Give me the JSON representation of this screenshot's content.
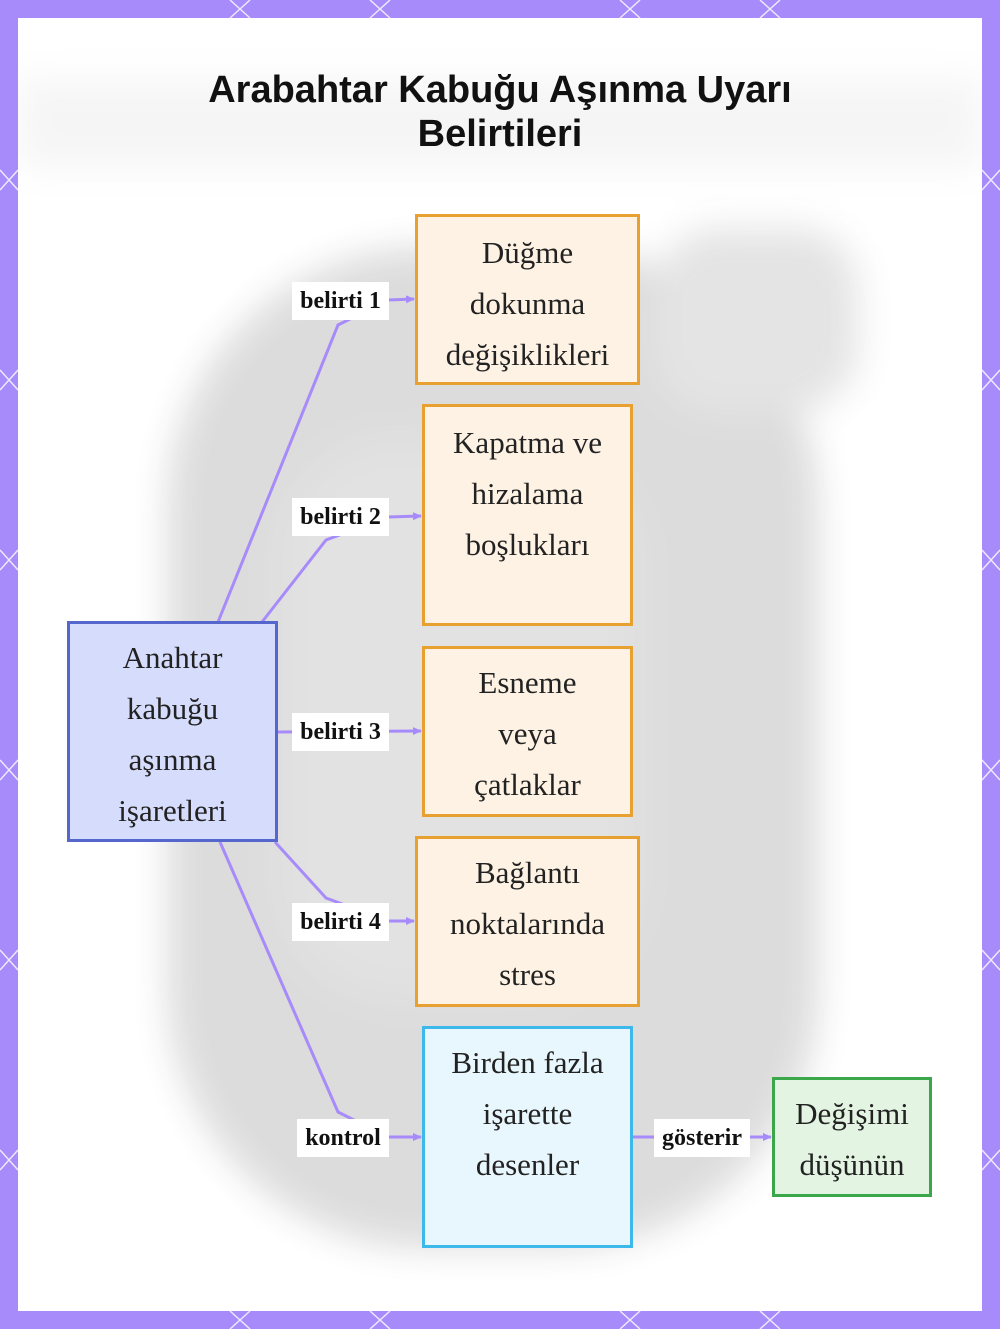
{
  "title": {
    "line1": "Arabahtar Kabuğu Aşınma Uyarı",
    "line2": "Belirtileri"
  },
  "nodes": {
    "center": [
      "Anahtar",
      "kabuğu",
      "aşınma",
      "işaretleri"
    ],
    "symptom1": [
      "Düğme",
      "dokunma",
      "değişiklikleri"
    ],
    "symptom2": [
      "Kapatma ve",
      "hizalama",
      "boşlukları"
    ],
    "symptom3": [
      "Esneme",
      "veya",
      "çatlaklar"
    ],
    "symptom4": [
      "Bağlantı",
      "noktalarında",
      "stres"
    ],
    "patterns": [
      "Birden fazla",
      "işarette",
      "desenler"
    ],
    "replace": [
      "Değişimi",
      "düşünün"
    ]
  },
  "edge_labels": {
    "e1": "belirti 1",
    "e2": "belirti 2",
    "e3": "belirti 3",
    "e4": "belirti 4",
    "e5": "kontrol",
    "e6": "gösterir"
  },
  "colors": {
    "frame": "#a78bfa",
    "edge": "#a78bfa",
    "symptom_border": "#e8a030",
    "center_border": "#5566cc",
    "patterns_border": "#3cb8ea",
    "replace_border": "#3aa84a"
  }
}
